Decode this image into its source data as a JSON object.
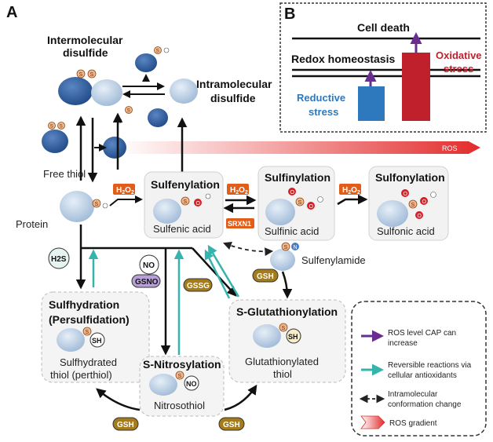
{
  "panel_a": "A",
  "panel_b": "B",
  "b": {
    "cell_death": "Cell death",
    "redox_homeostasis": "Redox homeostasis",
    "reductive_stress": [
      "Reductive",
      "stress"
    ],
    "oxidative_stress": [
      "Oxidative",
      "stress"
    ]
  },
  "labels": {
    "intermolecular": [
      "Intermolecular",
      "disulfide"
    ],
    "intramolecular": [
      "Intramolecular",
      "disulfide"
    ],
    "free_thiol": "Free thiol",
    "protein": "Protein",
    "ros": "ROS",
    "sulfenylation": "Sulfenylation",
    "sulfenic_acid": "Sulfenic acid",
    "sulfinylation": "Sulfinylation",
    "sulfinic_acid": "Sulfinic acid",
    "sulfonylation": "Sulfonylation",
    "sulfonic_acid": "Sulfonic acid",
    "sulfenylamide": "Sulfenylamide",
    "sulfhydration": [
      "Sulfhydration",
      "(Persulfidation)"
    ],
    "sulfhydrated": [
      "Sulfhydrated",
      "thiol (perthiol)"
    ],
    "s_nitrosylation": "S-Nitrosylation",
    "nitrosothiol": "Nitrosothiol",
    "s_glutathionylation": "S-Glutathionylation",
    "glutathionylated": [
      "Glutathionylated",
      "thiol"
    ]
  },
  "chips": {
    "h2o2": [
      "H",
      "2",
      "O",
      "2"
    ],
    "srxn1": "SRXN1",
    "h2s": "H2S",
    "no": "NO",
    "gsno": "GSNO",
    "gssg": "GSSG",
    "gsh": "GSH"
  },
  "atoms": {
    "s": "S",
    "o": "O",
    "n": "N",
    "sh": "SH",
    "no": "NO",
    "minus": "−",
    "plus": "+",
    "h": "H"
  },
  "legend": [
    {
      "text": [
        "ROS level CAP can",
        "increase"
      ],
      "kind": "purple-arrow",
      "color": "#6a2c91"
    },
    {
      "text": [
        "Reversible reactions via",
        "cellular antioxidants"
      ],
      "kind": "teal-arrow",
      "color": "#35b3ad"
    },
    {
      "text": [
        "Intramolecular",
        "conformation change"
      ],
      "kind": "dashed-arrow",
      "color": "#222222"
    },
    {
      "text": [
        "ROS gradient"
      ],
      "kind": "ros-gradient",
      "color": "#e32b2b"
    }
  ],
  "colors": {
    "protein_dark": "#2c5b9e",
    "protein_light": "#c5d7e9",
    "h2o2_chip": "#e25e18",
    "gsh_chip": "#a67c1a",
    "gsno_chip": "#b79fd7",
    "purple": "#6a2c91",
    "teal": "#35b3ad",
    "ros_red": "#e32b2b",
    "reductive_bar": "#2e78bd",
    "oxidative_bar": "#c0202c"
  }
}
